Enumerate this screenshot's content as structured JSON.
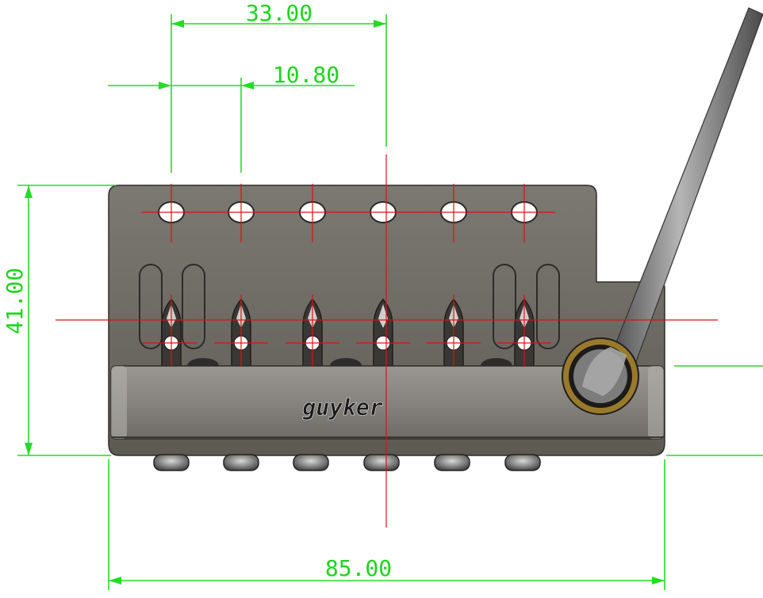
{
  "dimensions": {
    "top_width": "33.00",
    "string_spacing": "10.80",
    "height": "41.00",
    "overall_width": "85.00"
  },
  "brand": {
    "logo_text": "guyker"
  },
  "colors": {
    "dimension_lines": "#22dd22",
    "dimension_text": "#1bd61b",
    "center_lines": "#e01010",
    "bridge_plate": "#6e6a64",
    "bridge_block": "#8a8782",
    "arm": "#7d7d7d",
    "arm_bushing": "#9a7a2a"
  }
}
